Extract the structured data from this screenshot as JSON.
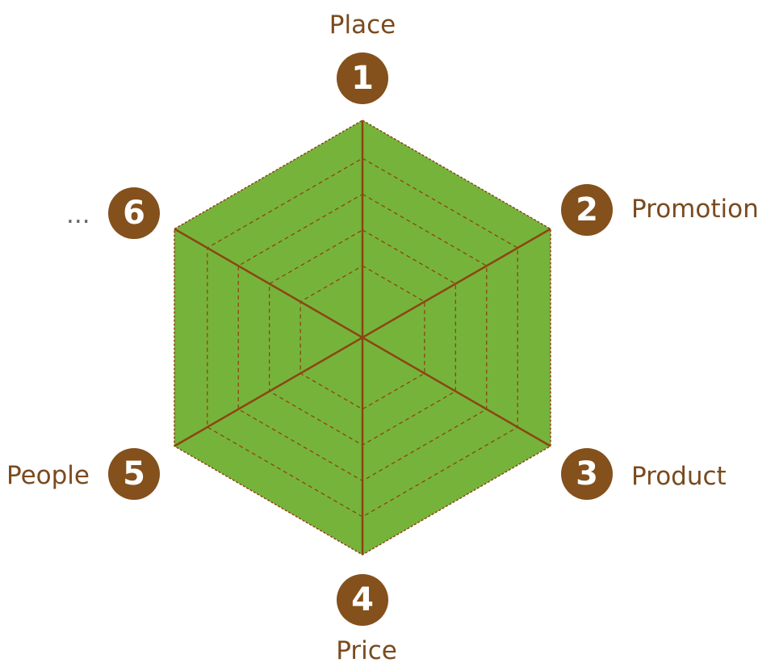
{
  "title": "Marketing mix hexagon",
  "colors": {
    "fill": "#76b33a",
    "line": "#8b4513",
    "badge": "#84501c",
    "text": "#7a4a1e"
  },
  "axes": [
    {
      "number": "1",
      "label": "Place"
    },
    {
      "number": "2",
      "label": "Promotion"
    },
    {
      "number": "3",
      "label": "Product"
    },
    {
      "number": "4",
      "label": "Price"
    },
    {
      "number": "5",
      "label": "People"
    },
    {
      "number": "6",
      "label": "..."
    }
  ]
}
